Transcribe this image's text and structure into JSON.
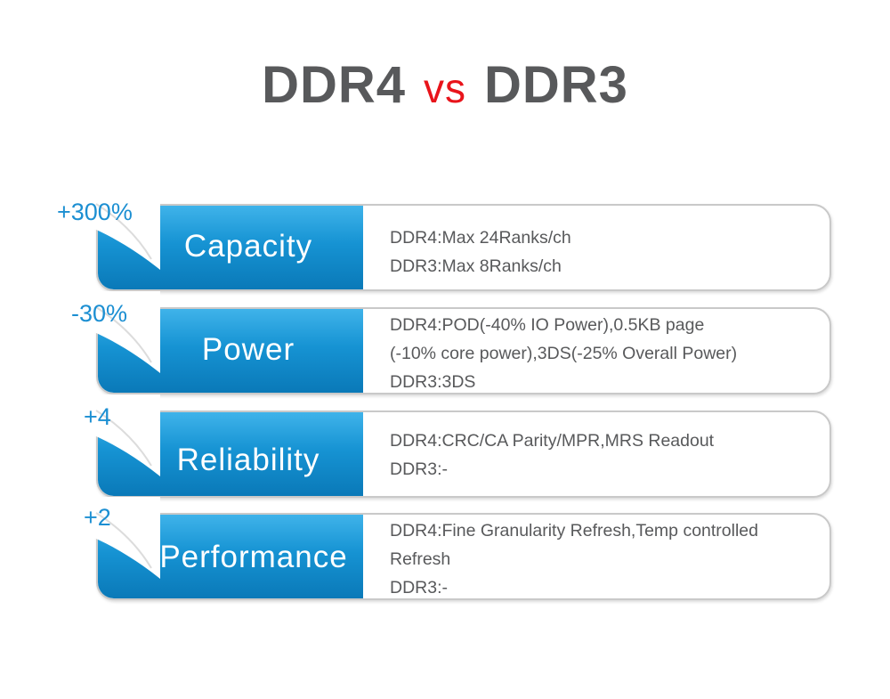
{
  "title": {
    "left": "DDR4",
    "vs": "vs",
    "right": "DDR3"
  },
  "rows": [
    {
      "badge": "+300%",
      "label": "Capacity",
      "lines": [
        "DDR4:Max 24Ranks/ch",
        "DDR3:Max 8Ranks/ch"
      ]
    },
    {
      "badge": "-30%",
      "label": "Power",
      "lines": [
        "DDR4:POD(-40% IO Power),0.5KB page",
        "(-10% core power),3DS(-25% Overall Power)",
        "DDR3:3DS"
      ]
    },
    {
      "badge": "+4",
      "label": "Reliability",
      "lines": [
        "DDR4:CRC/CA Parity/MPR,MRS Readout",
        "DDR3:-"
      ]
    },
    {
      "badge": "+2",
      "label": "Performance",
      "lines": [
        "DDR4:Fine Granularity Refresh,Temp controlled",
        "Refresh",
        "DDR3:-"
      ]
    }
  ],
  "colors": {
    "title_gray": "#58595b",
    "vs_red": "#e8141b",
    "accent_blue": "#1693d3",
    "badge_blue": "#1c8fd2"
  }
}
